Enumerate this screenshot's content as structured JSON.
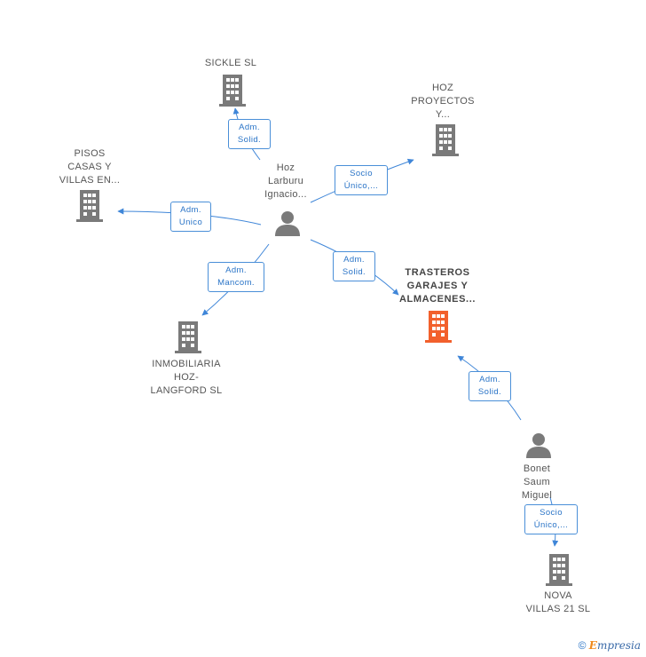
{
  "companies": {
    "sickle": "SICKLE SL",
    "hoz_proyectos": "HOZ\nPROYECTOS\nY...",
    "pisos_casas": "PISOS\nCASAS Y\nVILLAS EN...",
    "inmobiliaria": "INMOBILIARIA\nHOZ-\nLANGFORD  SL",
    "trasteros": "TRASTEROS\nGARAJES Y\nALMACENES...",
    "nova_villas": "NOVA\nVILLAS 21 SL"
  },
  "persons": {
    "hoz": "Hoz\nLarburu\nIgnacio...",
    "bonet": "Bonet\nSaum\nMiguel"
  },
  "relations": {
    "adm_solid_sickle": "Adm.\nSolid.",
    "socio_hoz_proyectos": "Socio\nÚnico,...",
    "adm_unico_pisos": "Adm.\nUnico",
    "adm_mancom_inmobiliaria": "Adm.\nMancom.",
    "adm_solid_trasteros": "Adm.\nSolid.",
    "adm_solid_bonet_trasteros": "Adm.\nSolid.",
    "socio_nova": "Socio\nÚnico,..."
  },
  "colors": {
    "edge": "#3f86d8",
    "building": "#7a7a7a",
    "building_main": "#f2602c",
    "person": "#7a7a7a"
  },
  "footer": {
    "copyright": "©",
    "brand_initial": "E",
    "brand_rest": "mpresia"
  }
}
